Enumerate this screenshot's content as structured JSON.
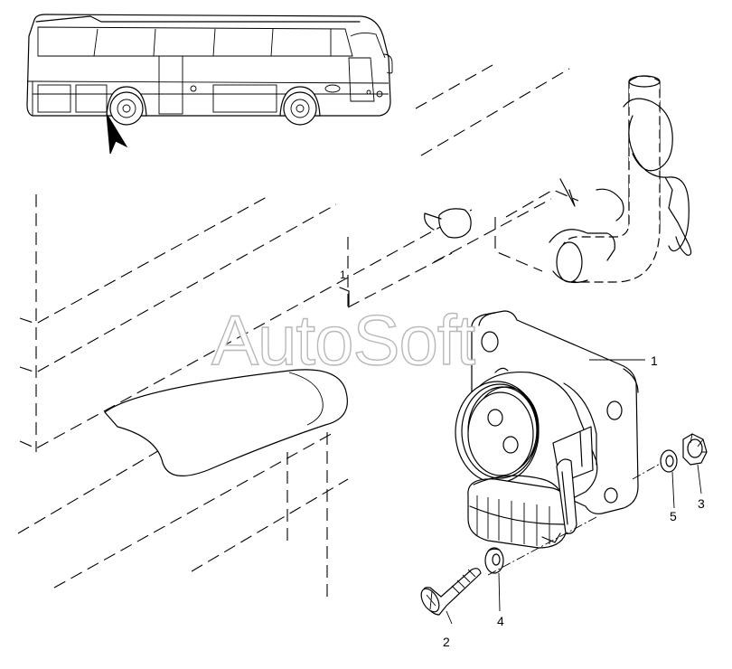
{
  "watermark": "AutoSoft",
  "callouts": {
    "socket": "1",
    "screw": "2",
    "nut": "3",
    "washer": "4",
    "lock_washer": "5",
    "section_marker": "1"
  }
}
